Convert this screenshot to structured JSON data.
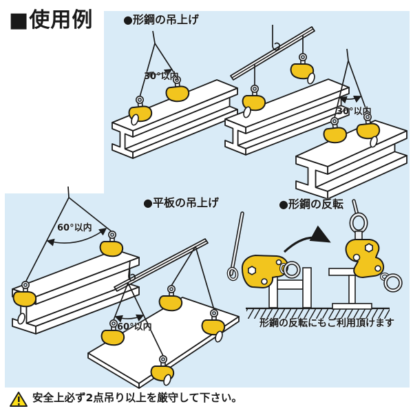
{
  "title": "■使用例",
  "sections": {
    "shape_steel_lift": {
      "heading": "●形鋼の吊上げ"
    },
    "flat_plate_lift": {
      "heading": "●平板の吊上げ"
    },
    "shape_steel_flip": {
      "heading": "●形鋼の反転",
      "caption": "形鋼の反転にもご利用頂けます"
    }
  },
  "angle_labels": {
    "top_left": "30°以内",
    "top_right": "30°以内",
    "mid_left": "60°以内",
    "mid_center": "60°以内"
  },
  "footer": {
    "warning_text": "安全上必ず2点吊り以上を厳守して下さい。"
  },
  "colors": {
    "panel_background": "#D9EBF7",
    "clamp_yellow": "#F2C51E",
    "line_ink": "#1a1a1a",
    "warning_yellow": "#FFE11A"
  }
}
